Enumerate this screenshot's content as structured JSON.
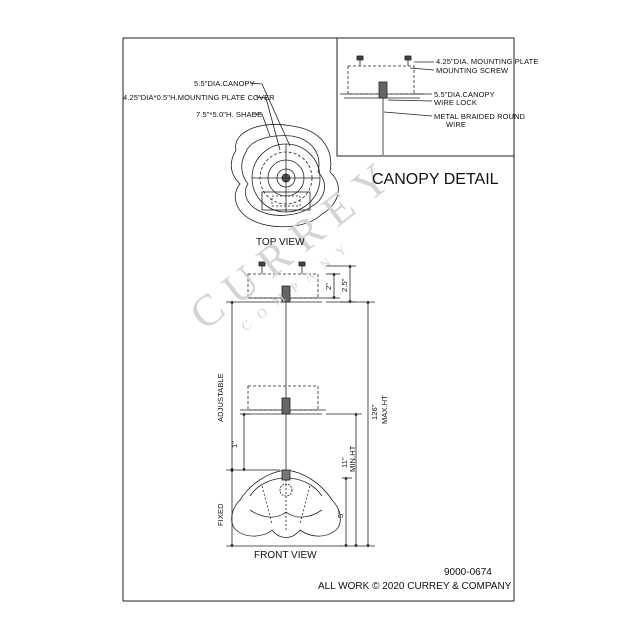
{
  "labels": {
    "canopy": "5.5\"DIA.CANOPY",
    "mounting_plate_cover": "4.25\"DIA*0.5\"H.MOUNTING PLATE COVER",
    "shade": "7.5\"*5.0\"H. SHADE",
    "top_view": "TOP VIEW",
    "front_view": "FRONT VIEW",
    "canopy_detail": "CANOPY DETAIL",
    "detail_mounting_plate": "4.25\"DIA. MOUNTING PLATE",
    "detail_mounting_screw": "MOUNTING SCREW",
    "detail_canopy": "5.5\"DIA.CANOPY",
    "detail_wire_lock": "WIRE LOCK",
    "detail_wire_1": "METAL BRAIDED ROUND",
    "detail_wire_2": "WIRE"
  },
  "dimensions": {
    "d_2": "2\"",
    "d_25": "2.5\"",
    "adjustable": "ADJUSTABLE",
    "d_1": "1\"",
    "fixed": "FIXED",
    "max_value": "126\"",
    "max_label": "MAX.HT",
    "min_value": "11\"",
    "min_label": "MIN.HT",
    "d_5": "5\""
  },
  "footer": {
    "item_number": "9000-0674",
    "copyright": "ALL WORK © 2020 CURREY & COMPANY"
  },
  "watermark": {
    "brand": "CURREY",
    "sub": "COMPANY"
  }
}
